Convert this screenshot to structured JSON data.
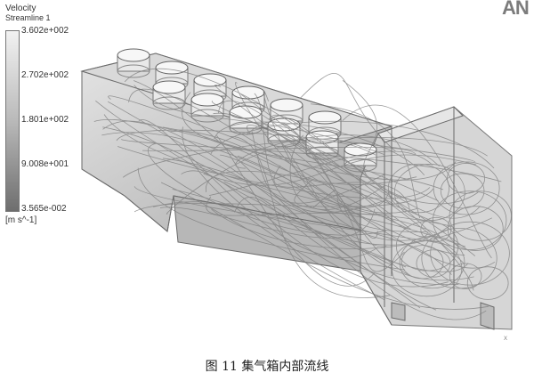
{
  "legend": {
    "title": "Velocity",
    "subtitle": "Streamline 1",
    "ticks": [
      "3.602e+002",
      "2.702e+002",
      "1.801e+002",
      "9.008e+001",
      "3.565e-002"
    ],
    "unit": "[m s^-1]"
  },
  "logo_text": "AN",
  "axis_triad_label": "X",
  "caption": "图 11 集气箱内部流线",
  "colors": {
    "shape": "#c9c9c9",
    "outline": "#6a6a6a",
    "streamline": "#7a7a7a"
  }
}
